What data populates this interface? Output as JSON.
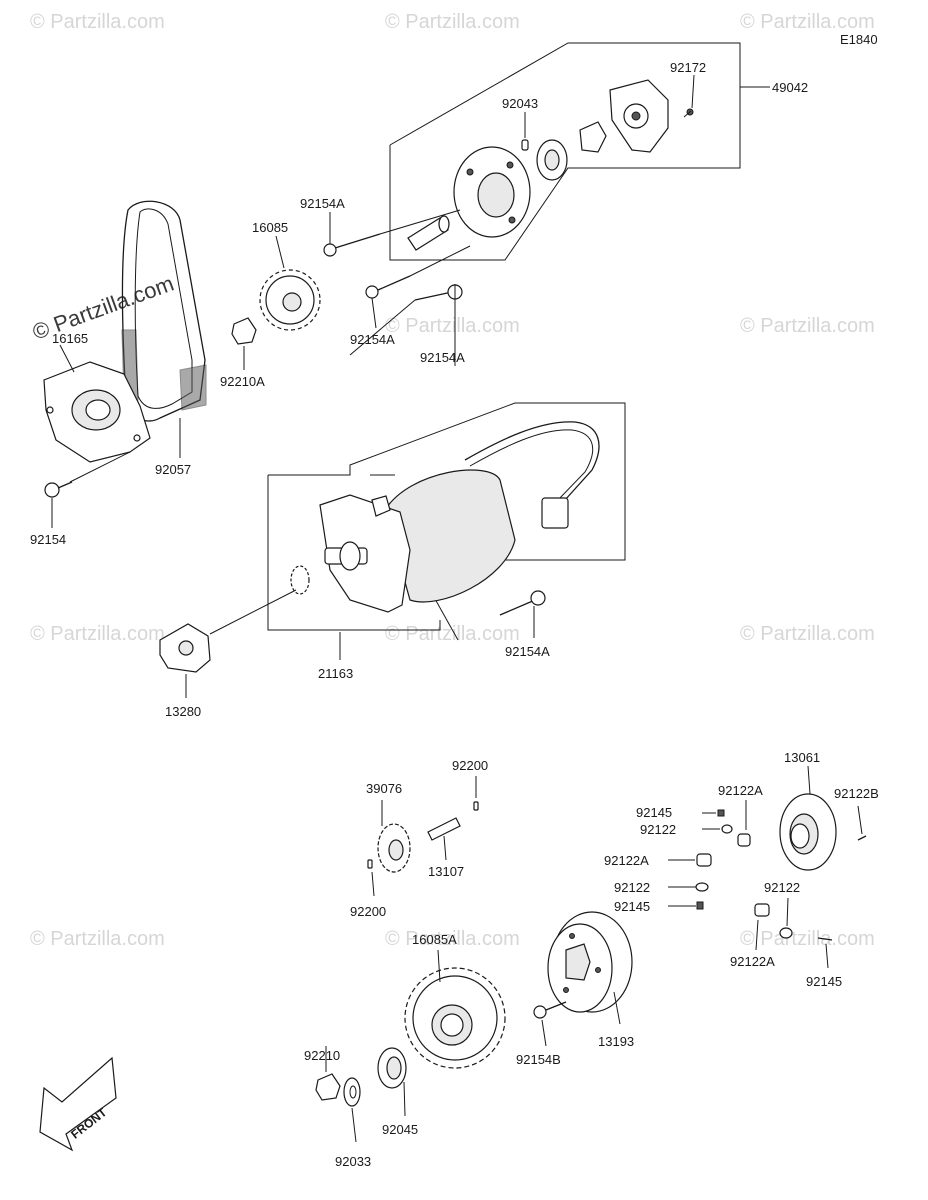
{
  "diagram_code": "E1840",
  "watermark": "© Partzilla.com",
  "labels": {
    "p49042": "49042",
    "p92172": "92172",
    "p92043": "92043",
    "p92154A_1": "92154A",
    "p16085": "16085",
    "p92154A_2": "92154A",
    "p16165": "16165",
    "p92210A": "92210A",
    "p92057": "92057",
    "p92154": "92154",
    "p92154A_3": "92154A",
    "p21163": "21163",
    "p92154A_4": "92154A",
    "p13280": "13280",
    "p92200_1": "92200",
    "p39076": "39076",
    "p13107": "13107",
    "p92200_2": "92200",
    "p13061": "13061",
    "p92122A_1": "92122A",
    "p92122B": "92122B",
    "p92145_1": "92145",
    "p92122_1": "92122",
    "p92122A_2": "92122A",
    "p92122_2": "92122",
    "p92145_2": "92145",
    "p92122_3": "92122",
    "p16085A": "16085A",
    "p92122A_3": "92122A",
    "p92145_3": "92145",
    "p92154B": "92154B",
    "p13193": "13193",
    "p92210": "92210",
    "p92045": "92045",
    "p92033": "92033"
  },
  "front_label": "FRONT"
}
